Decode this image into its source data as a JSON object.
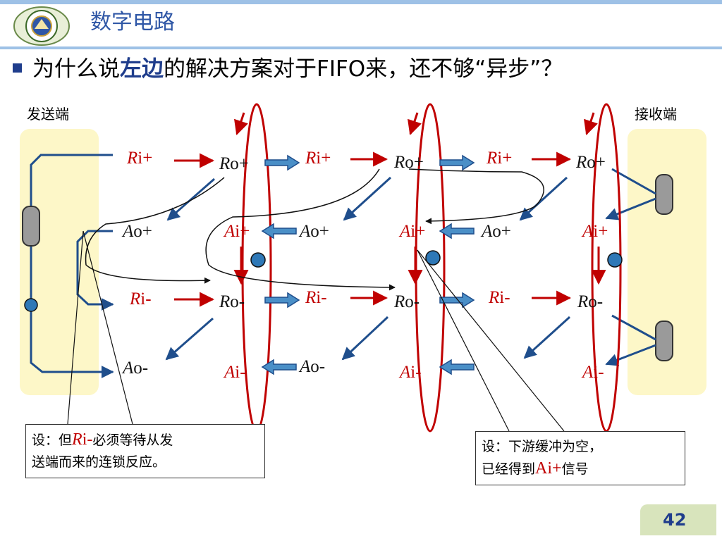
{
  "slide": {
    "title": "数字电路",
    "question_pre": "为什么说",
    "question_hl": "左边",
    "question_post": "的解决方案对于FIFO来，还不够“异步”？",
    "page_number": "42"
  },
  "sides": {
    "sender": "发送端",
    "receiver": "接收端"
  },
  "nodes": {
    "stage1": {
      "ri_plus": "i+",
      "ao_plus": "o+",
      "ri_minus": "i-",
      "ao_minus": "o-"
    },
    "stage2": {
      "ro_plus": "o+",
      "ai_plus": "i+",
      "ro_minus": "o-",
      "ai_minus": "i-",
      "ri_plus": "i+",
      "ao_plus": "o+",
      "ri_minus": "i-",
      "ao_minus": "o-"
    },
    "stage3": {
      "ro_plus": "o+",
      "ai_plus": "i+",
      "ro_minus": "o-",
      "ai_minus": "i-",
      "ri_plus": "i+",
      "ao_plus": "o+",
      "ri_minus": "i-"
    },
    "stage4": {
      "ro_plus": "o+",
      "ai_plus": "i+",
      "ro_minus": "o-",
      "ai_minus": "i-"
    },
    "letters": {
      "R": "R",
      "A": "A"
    }
  },
  "notes": {
    "left": {
      "line1_pre": "设：但",
      "signal_letter": "R",
      "signal_rest": "i-",
      "line1_post": "必须等待从发",
      "line2": "送端而来的连锁反应。"
    },
    "right": {
      "line1": "设：下游缓冲为空，",
      "line2_pre": "已经得到",
      "signal": "Ai+",
      "line2_post": "信号"
    }
  },
  "colors": {
    "accent": "#2f57a6",
    "signal_red": "#c00000",
    "arrow_blue": "#1f4e8c",
    "block_fill": "#4a8fc7",
    "side_panel": "#fdf7c8",
    "page_box": "#d8e4bc"
  },
  "icons": {
    "logo": "university-seal-icon",
    "bullet": "square-bullet-icon"
  }
}
